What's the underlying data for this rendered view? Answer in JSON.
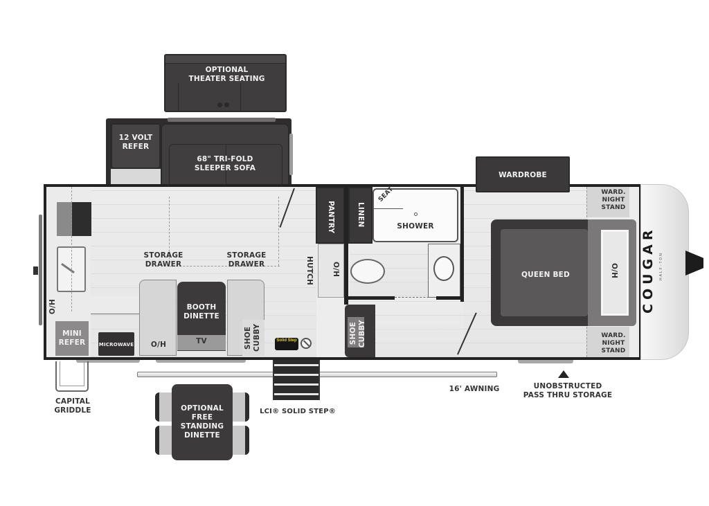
{
  "floorplan": {
    "brand_logo": "COUGAR",
    "brand_sub": "HALF-TON",
    "rooms": {
      "theater_seating": "OPTIONAL\nTHEATER SEATING",
      "refer_12v": "12 VOLT\nREFER",
      "sleeper_sofa": "68\" TRI-FOLD\nSLEEPER SOFA",
      "storage_drawer_1": "STORAGE\nDRAWER",
      "storage_drawer_2": "STORAGE\nDRAWER",
      "booth_dinette": "BOOTH\nDINETTE",
      "tv": "TV",
      "oh_dinette": "O/H",
      "shoe_cubby_1": "SHOE\nCUBBY",
      "oh_kitchen": "O/H",
      "mini_refer": "MINI\nREFER",
      "microwave": "MICROWAVE",
      "hutch": "HUTCH",
      "oh_hutch": "O/H",
      "pantry": "PANTRY",
      "linen": "LINEN",
      "seat": "SEAT",
      "shower": "SHOWER",
      "shoe_cubby_2": "SHOE\nCUBBY",
      "wardrobe": "WARDROBE",
      "ward_night_stand_top": "WARD.\nNIGHT\nSTAND",
      "ward_night_stand_bottom": "WARD.\nNIGHT\nSTAND",
      "queen_bed": "QUEEN BED",
      "oh_bed": "O/H"
    },
    "exterior": {
      "capital_griddle": "CAPITAL\nGRIDDLE",
      "free_standing_dinette": "OPTIONAL\nFREE\nSTANDING\nDINETTE",
      "solid_step": "LCI® SOLID STEP®",
      "awning": "16' AWNING",
      "pass_thru_storage": "UNOBSTRUCTED\nPASS THRU STORAGE"
    },
    "badges": {
      "solid_step_badge": "Solid Step"
    }
  }
}
